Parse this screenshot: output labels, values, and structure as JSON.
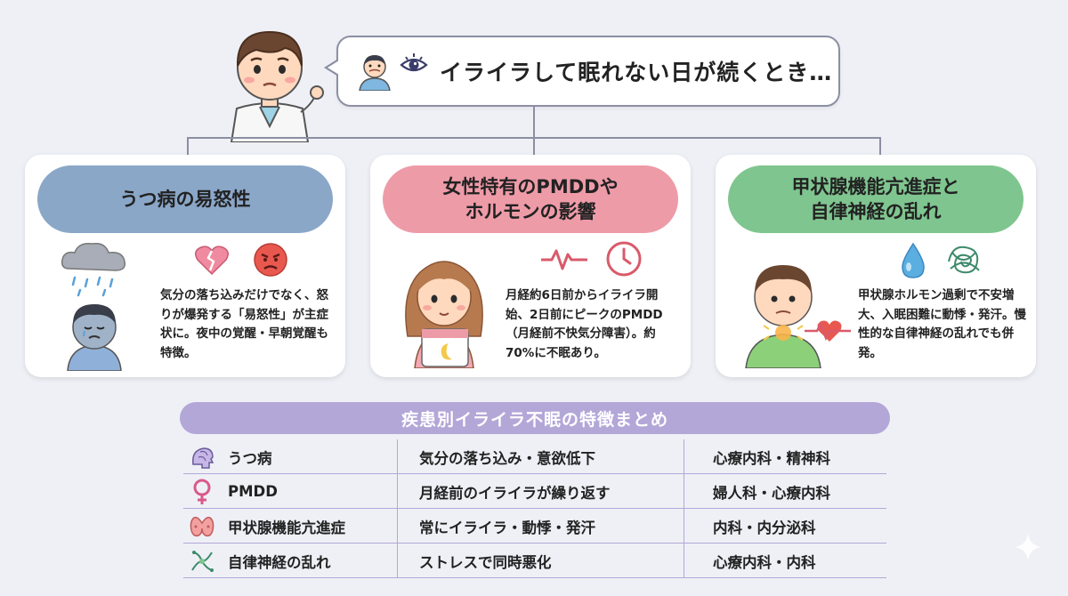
{
  "bubble": {
    "text": "イライラして眠れない日が続くとき…"
  },
  "cards": [
    {
      "title_lines": [
        "うつ病の易怒性"
      ],
      "body": "気分の落ち込みだけでなく、怒りが爆発する「易怒性」が主症状に。夜中の覚醒・早朝覚醒も特徴。",
      "color": "#8aa7c8"
    },
    {
      "title_lines": [
        "女性特有のPMDDや",
        "ホルモンの影響"
      ],
      "body": "月経約6日前からイライラ開始、2日前にピークのPMDD（月経前不快気分障害）。約70%に不眠あり。",
      "color": "#ee9ba8"
    },
    {
      "title_lines": [
        "甲状腺機能亢進症と",
        "自律神経の乱れ"
      ],
      "body": "甲状腺ホルモン過剰で不安増大、入眠困難に動悸・発汗。慢性的な自律神経の乱れでも併発。",
      "color": "#7fc58f"
    }
  ],
  "summary": {
    "title": "疾患別イライラ不眠の特徴まとめ",
    "rows": [
      {
        "icon": "brain-icon",
        "disease": "うつ病",
        "feature": "気分の落ち込み・意欲低下",
        "dept": "心療内科・精神科"
      },
      {
        "icon": "female-symbol-icon",
        "disease": "PMDD",
        "feature": "月経前のイライラが繰り返す",
        "dept": "婦人科・心療内科"
      },
      {
        "icon": "thyroid-icon",
        "disease": "甲状腺機能亢進症",
        "feature": "常にイライラ・動悸・発汗",
        "dept": "内科・内分泌科"
      },
      {
        "icon": "nerve-icon",
        "disease": "自律神経の乱れ",
        "feature": "ストレスで同時悪化",
        "dept": "心療内科・内科"
      }
    ]
  },
  "colors": {
    "line": "#8c8fa3",
    "summary": "#b3a7d8",
    "background": "#eef0f6"
  }
}
